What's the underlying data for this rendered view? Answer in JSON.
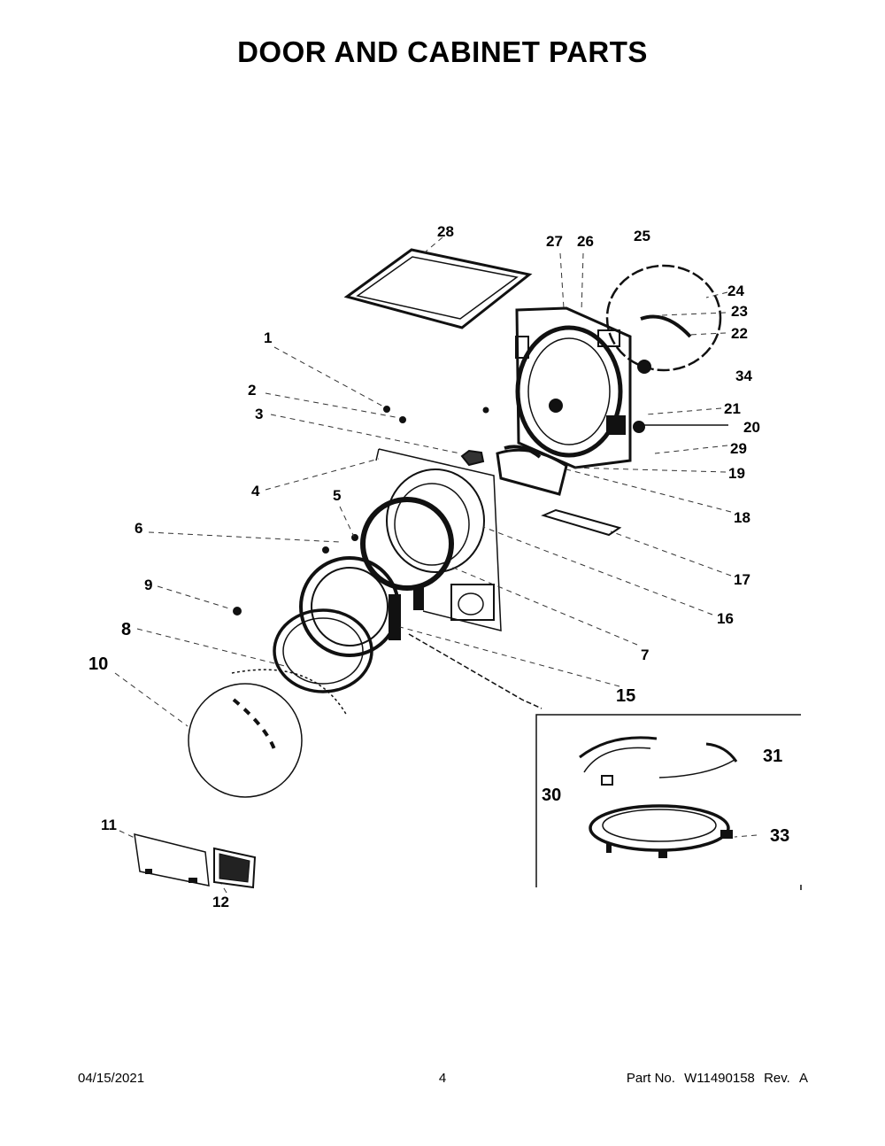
{
  "title": "DOOR AND CABINET PARTS",
  "callouts": [
    "1",
    "2",
    "3",
    "4",
    "5",
    "6",
    "7",
    "8",
    "9",
    "10",
    "11",
    "12",
    "15",
    "16",
    "17",
    "18",
    "19",
    "20",
    "21",
    "22",
    "23",
    "24",
    "25",
    "26",
    "27",
    "28",
    "29",
    "30",
    "31",
    "33",
    "34"
  ],
  "footer": {
    "date": "04/15/2021",
    "page": "4",
    "part_label": "Part No.",
    "part_number": "W11490158",
    "rev_label": "Rev.",
    "rev": "A"
  }
}
